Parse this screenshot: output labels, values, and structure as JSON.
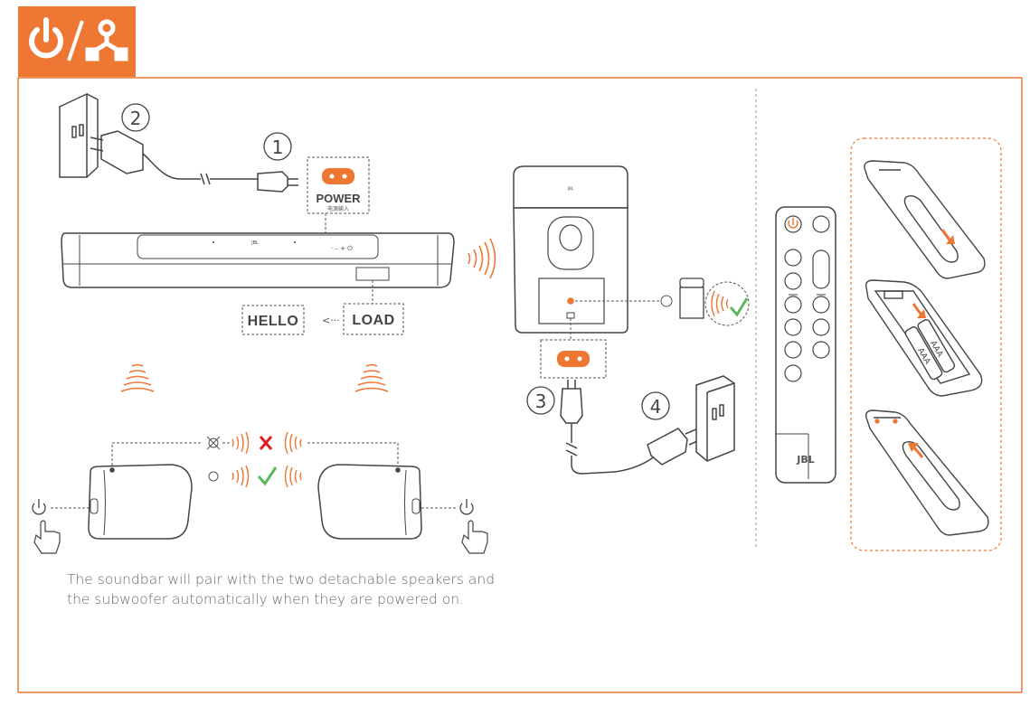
{
  "colors": {
    "accent": "#ee7734",
    "line": "#444444",
    "light_line": "#8a8a8a",
    "ok": "#5cb85c",
    "bad": "#e02020"
  },
  "header": {
    "icon_names": [
      "power-icon",
      "network-icon"
    ]
  },
  "steps": {
    "step1": "1",
    "step2": "2",
    "step3": "3",
    "step4": "4"
  },
  "soundbar": {
    "power_label": "POWER",
    "power_label_cn": "电源输入",
    "brand": "JBL",
    "hello_label": "HELLO",
    "load_label": "LOAD"
  },
  "subwoofer": {
    "brand": "JBL"
  },
  "remote": {
    "brand": "JBL",
    "battery_label": "AAA"
  },
  "caption": {
    "line1": "The soundbar will pair with the two detachable speakers and",
    "line2": "the subwoofer automatically when they are powered on."
  }
}
